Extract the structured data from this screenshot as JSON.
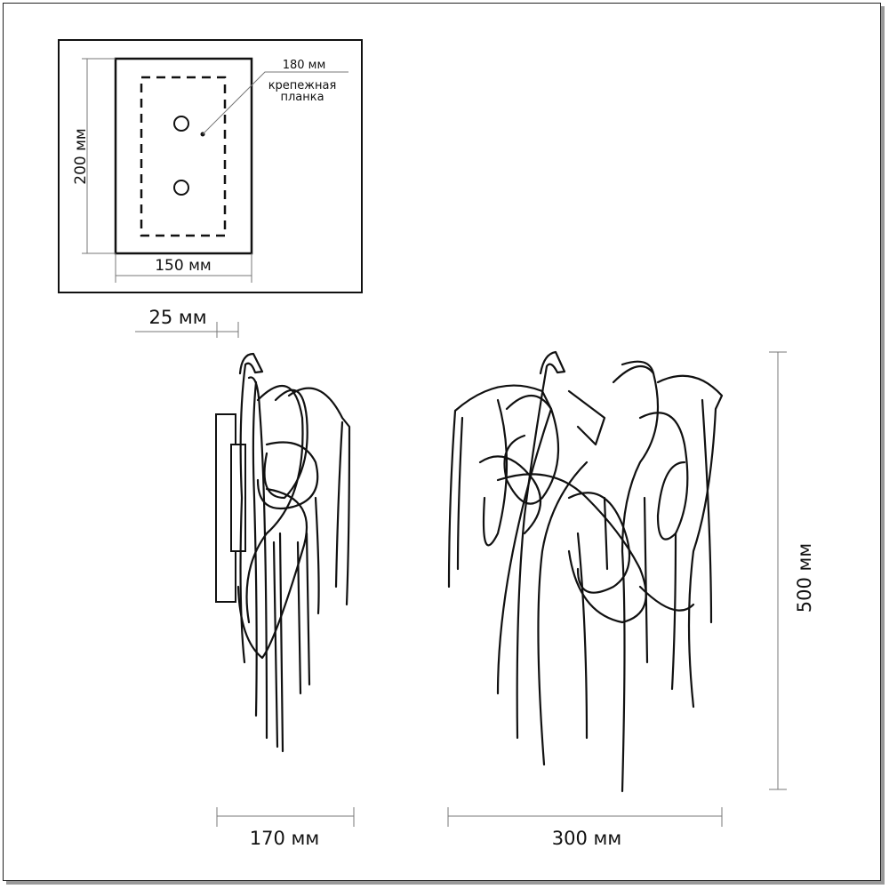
{
  "mounting_plate": {
    "height_label": "200 мм",
    "width_label": "150 мм",
    "bar_length_label": "180 мм",
    "bar_caption_line1": "крепежная",
    "bar_caption_line2": "планка"
  },
  "side_view": {
    "depth_offset_label": "25 мм",
    "width_label": "170 мм"
  },
  "front_view": {
    "width_label": "300 мм",
    "height_label": "500 мм"
  }
}
